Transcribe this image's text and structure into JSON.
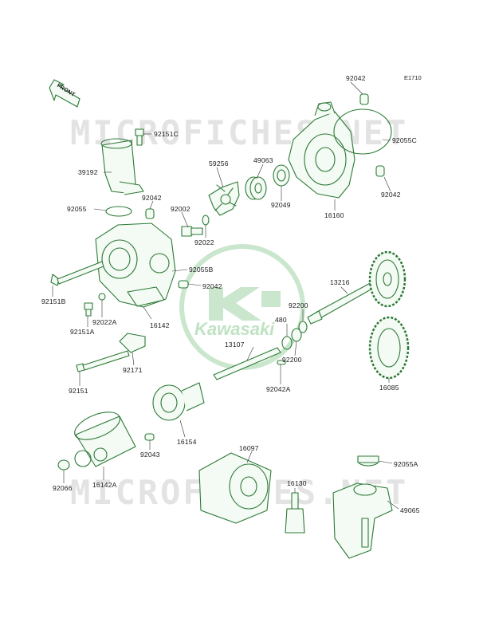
{
  "diagram": {
    "ref_code": "E1710",
    "front_arrow_label": "FRONT",
    "watermark": "MICROFICHES.NET",
    "logo_text": "Kawasaki",
    "parts": [
      {
        "id": "p-92042-top",
        "label": "92042"
      },
      {
        "id": "p-92151c",
        "label": "92151C"
      },
      {
        "id": "p-92055c",
        "label": "92055C"
      },
      {
        "id": "p-39192",
        "label": "39192"
      },
      {
        "id": "p-59256",
        "label": "59256"
      },
      {
        "id": "p-49063",
        "label": "49063"
      },
      {
        "id": "p-92042-right",
        "label": "92042"
      },
      {
        "id": "p-92055",
        "label": "92055"
      },
      {
        "id": "p-92042-mid",
        "label": "92042"
      },
      {
        "id": "p-92002",
        "label": "92002"
      },
      {
        "id": "p-92049",
        "label": "92049"
      },
      {
        "id": "p-16160",
        "label": "16160"
      },
      {
        "id": "p-92022",
        "label": "92022"
      },
      {
        "id": "p-92055b",
        "label": "92055B"
      },
      {
        "id": "p-13216",
        "label": "13216"
      },
      {
        "id": "p-92042-lower",
        "label": "92042"
      },
      {
        "id": "p-92151b",
        "label": "92151B"
      },
      {
        "id": "p-92200-top",
        "label": "92200"
      },
      {
        "id": "p-480",
        "label": "480"
      },
      {
        "id": "p-92022a",
        "label": "92022A"
      },
      {
        "id": "p-16142",
        "label": "16142"
      },
      {
        "id": "p-92151a",
        "label": "92151A"
      },
      {
        "id": "p-13107",
        "label": "13107"
      },
      {
        "id": "p-92200-bot",
        "label": "92200"
      },
      {
        "id": "p-92171",
        "label": "92171"
      },
      {
        "id": "p-92042a",
        "label": "92042A"
      },
      {
        "id": "p-16085",
        "label": "16085"
      },
      {
        "id": "p-92151",
        "label": "92151"
      },
      {
        "id": "p-16154",
        "label": "16154"
      },
      {
        "id": "p-16097",
        "label": "16097"
      },
      {
        "id": "p-92043",
        "label": "92043"
      },
      {
        "id": "p-92055a",
        "label": "92055A"
      },
      {
        "id": "p-16142a",
        "label": "16142A"
      },
      {
        "id": "p-92066",
        "label": "92066"
      },
      {
        "id": "p-16130",
        "label": "16130"
      },
      {
        "id": "p-49065",
        "label": "49065"
      }
    ]
  }
}
